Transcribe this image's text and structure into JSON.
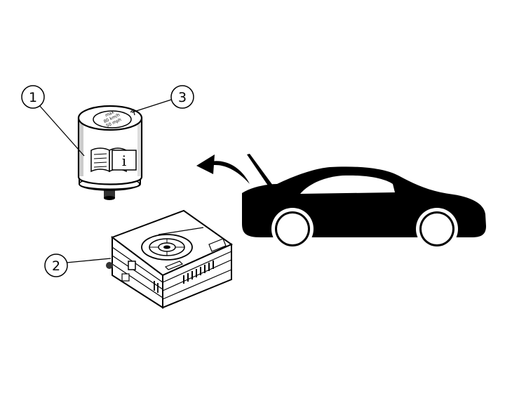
{
  "callouts": [
    {
      "number": "1",
      "refers_to": "sealant-bottle"
    },
    {
      "number": "2",
      "refers_to": "air-compressor"
    },
    {
      "number": "3",
      "refers_to": "speed-label"
    }
  ],
  "bottle_label": {
    "lines": [
      "max",
      "80 km/h",
      "50 mph"
    ]
  },
  "bottle_icon": "manual-info-icon",
  "bottle_info_letter": "i",
  "colors": {
    "ink": "#000000",
    "paper": "#ffffff",
    "shading": "#cccccc"
  }
}
